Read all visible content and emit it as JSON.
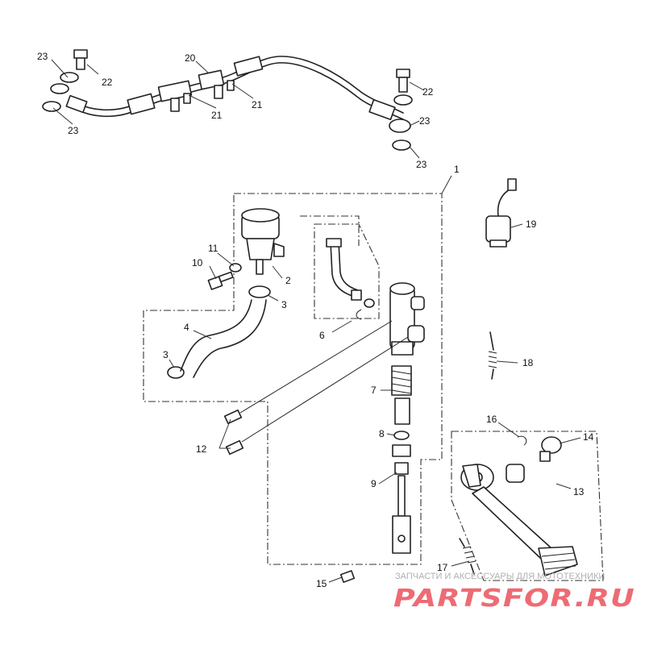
{
  "callouts": {
    "c1": "1",
    "c2": "2",
    "c3a": "3",
    "c3b": "3",
    "c4": "4",
    "c6": "6",
    "c7": "7",
    "c8": "8",
    "c9": "9",
    "c10": "10",
    "c11": "11",
    "c12": "12",
    "c13": "13",
    "c14": "14",
    "c15": "15",
    "c16": "16",
    "c17": "17",
    "c18": "18",
    "c19": "19",
    "c20": "20",
    "c21a": "21",
    "c21b": "21",
    "c22a": "22",
    "c22b": "22",
    "c23a": "23",
    "c23b": "23",
    "c23c": "23",
    "c23d": "23"
  },
  "watermark": {
    "caption": "ЗАПЧАСТИ И АКСЕССУАРЫ ДЛЯ МОТОТЕХНИКИ",
    "logo": "PARTSFOR.RU"
  },
  "colors": {
    "line": "#222222",
    "watermark_logo": "#ee6b74",
    "watermark_text": "#b0b0b0"
  }
}
